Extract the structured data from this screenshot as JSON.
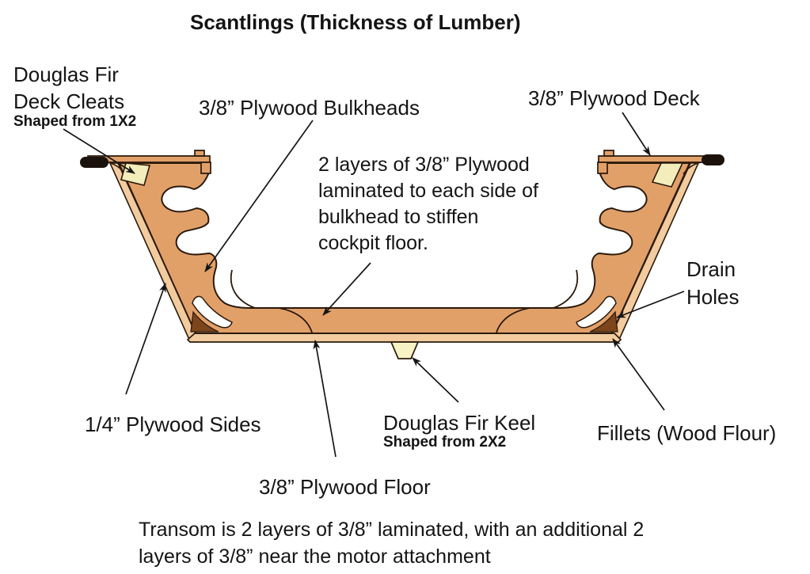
{
  "title": "Scantlings (Thickness of Lumber)",
  "labels": {
    "deck_cleats": "Douglas Fir\nDeck Cleats",
    "deck_cleats_sub": "Shaped from 1X2",
    "bulkheads": "3/8” Plywood Bulkheads",
    "deck": "3/8” Plywood Deck",
    "laminate_note": "2 layers of 3/8” Plywood\nlaminated to each side of\nbulkhead to stiffen\ncockpit floor.",
    "drain_holes": "Drain\nHoles",
    "sides": "1/4” Plywood Sides",
    "keel": "Douglas Fir Keel",
    "keel_sub": "Shaped from 2X2",
    "fillets": "Fillets (Wood Flour)",
    "floor": "3/8” Plywood Floor",
    "transom_note": "Transom is 2 layers of 3/8” laminated, with an additional 2\nlayers of 3/8” near the motor attachment"
  },
  "colors": {
    "hull-tan": "#E2A069",
    "ply-light": "#F2CB9E",
    "cleat-cream": "#F3ECBB",
    "keel-cream": "#F7F2C4",
    "fillet-brown": "#7D451B",
    "outline-dark": "#2A1A0C",
    "rub-rail-black": "#1B130B",
    "line-black": "#151515",
    "text": "#141414",
    "background": "#FFFFFF"
  }
}
